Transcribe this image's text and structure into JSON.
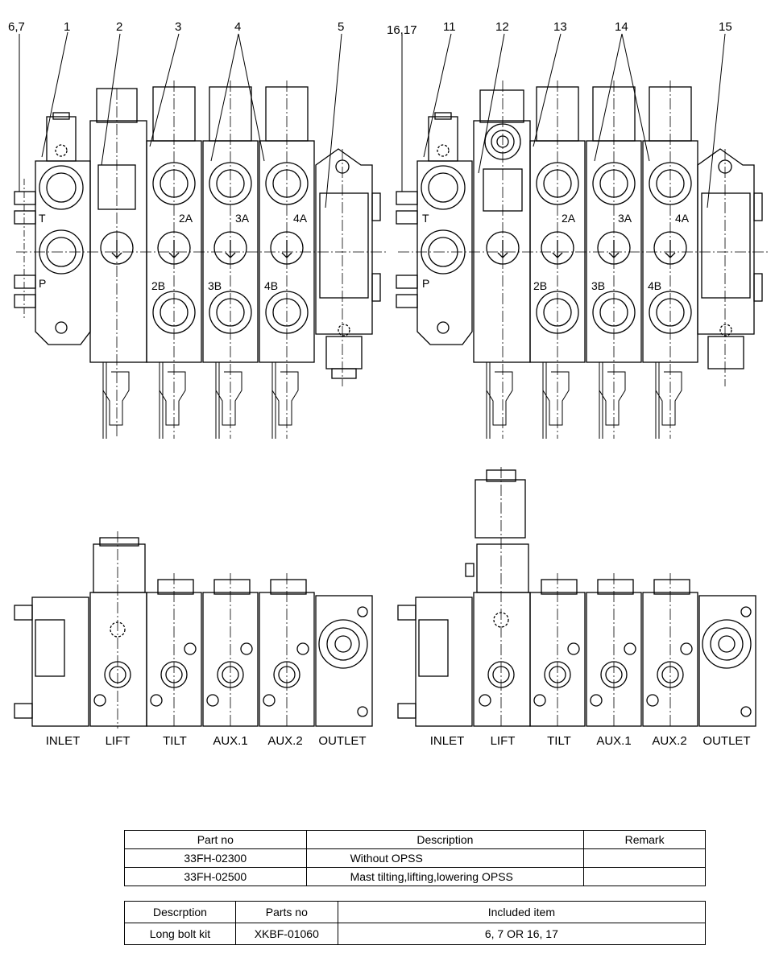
{
  "callouts": {
    "c67": "6,7",
    "c1": "1",
    "c2": "2",
    "c3": "3",
    "c4": "4",
    "c5": "5",
    "c1617": "16,17",
    "c11": "11",
    "c12": "12",
    "c13": "13",
    "c14": "14",
    "c15": "15"
  },
  "ports": {
    "T": "T",
    "P": "P",
    "p2A": "2A",
    "p3A": "3A",
    "p4A": "4A",
    "p2B": "2B",
    "p3B": "3B",
    "p4B": "4B"
  },
  "sections": [
    "INLET",
    "LIFT",
    "TILT",
    "AUX.1",
    "AUX.2",
    "OUTLET"
  ],
  "table1": {
    "headers": [
      "Part no",
      "Description",
      "Remark"
    ],
    "rows": [
      [
        "33FH-02300",
        "Without OPSS",
        ""
      ],
      [
        "33FH-02500",
        "Mast tilting,lifting,lowering OPSS",
        ""
      ]
    ]
  },
  "table2": {
    "headers": [
      "Descrption",
      "Parts no",
      "Included item"
    ],
    "rows": [
      [
        "Long bolt kit",
        "XKBF-01060",
        "6, 7 OR 16, 17"
      ]
    ]
  }
}
